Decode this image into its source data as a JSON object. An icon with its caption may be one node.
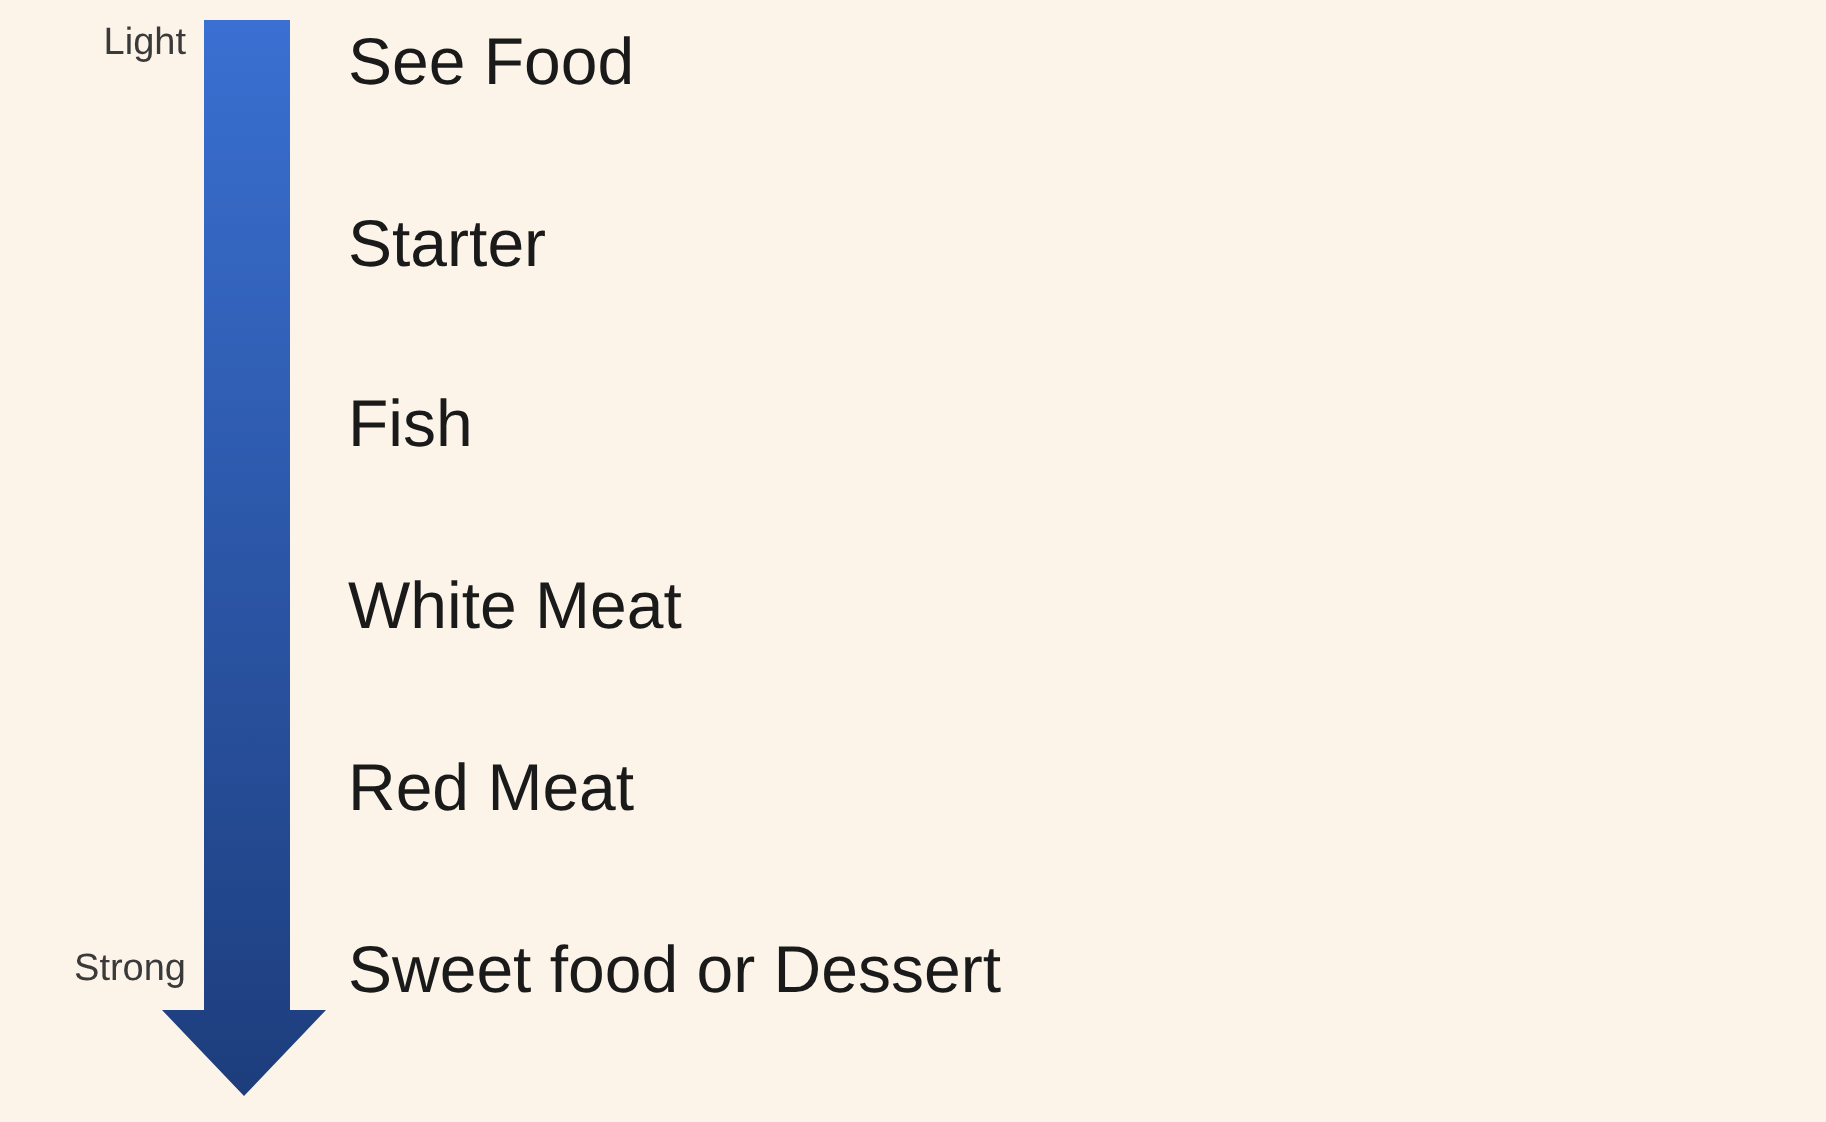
{
  "diagram": {
    "labels": [
      "Light",
      "See Food",
      "Starter",
      "Fish",
      "White Meat",
      "Red Meat",
      "Strong",
      "Sweet food or Dessert"
    ]
  }
}
